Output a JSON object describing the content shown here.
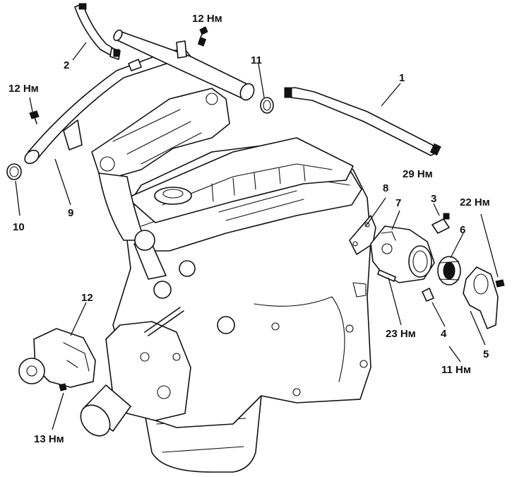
{
  "labels": {
    "p1": "1",
    "p2": "2",
    "p3": "3",
    "p4": "4",
    "p5": "5",
    "p6": "6",
    "p7": "7",
    "p8": "8",
    "p9": "9",
    "p10": "10",
    "p11": "11",
    "p12": "12",
    "t_hose2_bolt": "12 Нм",
    "t_pipe9_bolt": "12 Нм",
    "t_sensor3": "29 Нм",
    "t_outlet5_bolt": "22 Нм",
    "t_housing7_bolt": "23 Нм",
    "t_sensor4": "11 Нм",
    "t_pump_bolt": "13 Нм"
  }
}
